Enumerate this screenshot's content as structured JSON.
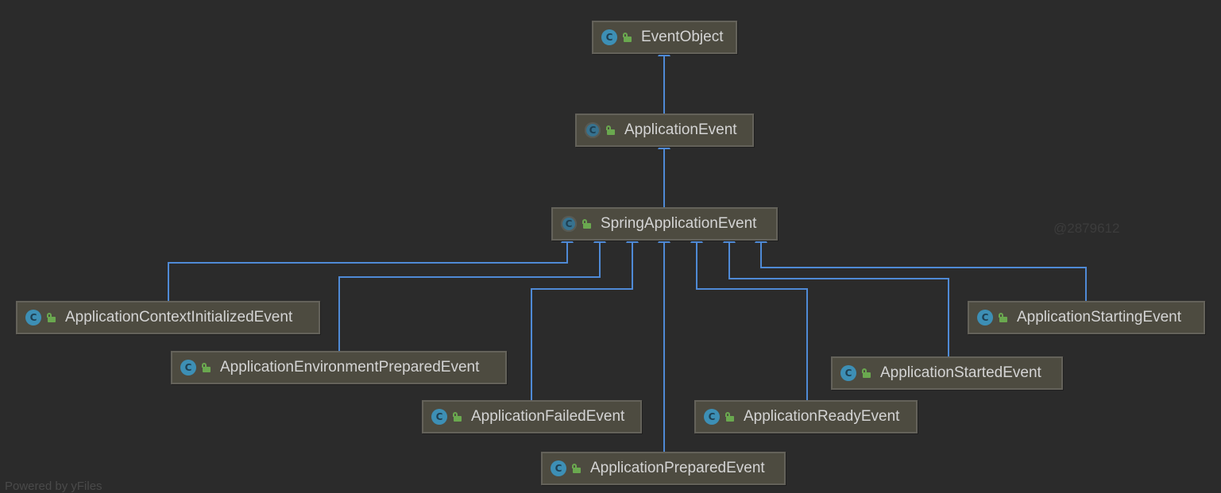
{
  "diagram": {
    "classes": [
      {
        "id": "event-object",
        "label": "EventObject",
        "abstract": false
      },
      {
        "id": "application-event",
        "label": "ApplicationEvent",
        "abstract": true
      },
      {
        "id": "spring-application-event",
        "label": "SpringApplicationEvent",
        "abstract": true
      },
      {
        "id": "application-context-initialized-event",
        "label": "ApplicationContextInitializedEvent",
        "abstract": false
      },
      {
        "id": "application-environment-prepared-event",
        "label": "ApplicationEnvironmentPreparedEvent",
        "abstract": false
      },
      {
        "id": "application-failed-event",
        "label": "ApplicationFailedEvent",
        "abstract": false
      },
      {
        "id": "application-prepared-event",
        "label": "ApplicationPreparedEvent",
        "abstract": false
      },
      {
        "id": "application-ready-event",
        "label": "ApplicationReadyEvent",
        "abstract": false
      },
      {
        "id": "application-started-event",
        "label": "ApplicationStartedEvent",
        "abstract": false
      },
      {
        "id": "application-starting-event",
        "label": "ApplicationStartingEvent",
        "abstract": false
      }
    ],
    "class_icon_letter": "C",
    "relations": [
      {
        "from": "application-event",
        "to": "event-object",
        "type": "extends"
      },
      {
        "from": "spring-application-event",
        "to": "application-event",
        "type": "extends"
      },
      {
        "from": "application-context-initialized-event",
        "to": "spring-application-event",
        "type": "extends"
      },
      {
        "from": "application-environment-prepared-event",
        "to": "spring-application-event",
        "type": "extends"
      },
      {
        "from": "application-failed-event",
        "to": "spring-application-event",
        "type": "extends"
      },
      {
        "from": "application-prepared-event",
        "to": "spring-application-event",
        "type": "extends"
      },
      {
        "from": "application-ready-event",
        "to": "spring-application-event",
        "type": "extends"
      },
      {
        "from": "application-started-event",
        "to": "spring-application-event",
        "type": "extends"
      },
      {
        "from": "application-starting-event",
        "to": "spring-application-event",
        "type": "extends"
      }
    ]
  },
  "watermark": "@2879612",
  "footer_note": "Powered by yFiles",
  "colors": {
    "background": "#2b2b2b",
    "node_fill": "#4d4b40",
    "node_border": "#64625a",
    "edge": "#4f8ad6",
    "class_icon": "#3d8fb5",
    "lock_icon": "#6aa84f"
  },
  "icons": {
    "class": "class-c-icon",
    "visibility": "public-lock-icon",
    "edge_head": "inheritance-arrow-icon"
  }
}
